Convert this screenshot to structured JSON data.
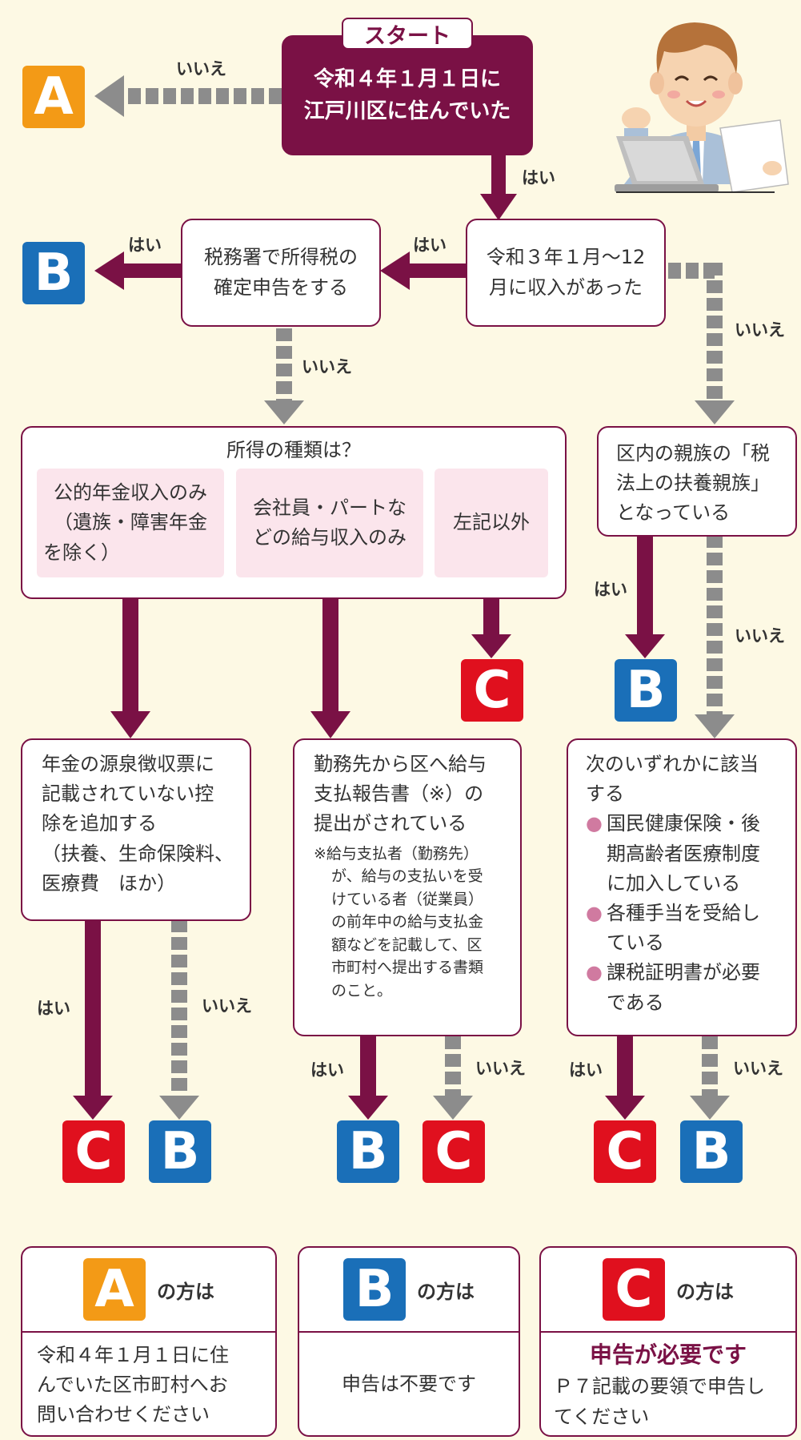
{
  "start": {
    "tag": "スタート",
    "line1": "令和４年１月１日に",
    "line2": "江戸川区に住んでいた"
  },
  "income": {
    "line1": "令和３年１月～12",
    "line2": "月に収入があった"
  },
  "taxoffice": {
    "line1": "税務署で所得税の",
    "line2": "確定申告をする"
  },
  "types": {
    "title": "所得の種類は？",
    "pension": [
      "公的年金収入のみ",
      "（遺族・障害年金",
      "を除く）"
    ],
    "salary": [
      "会社員・パートな",
      "どの給与収入のみ"
    ],
    "other": "左記以外"
  },
  "dependent": [
    "区内の親族の「税",
    "法上の扶養親族」",
    "となっている"
  ],
  "pension_box": [
    "年金の源泉徴収票に",
    "記載されていない控",
    "除を追加する",
    "（扶養、生命保険料、",
    "医療費　ほか）"
  ],
  "salary_box": {
    "lines": [
      "勤務先から区へ給与",
      "支払報告書（※）の",
      "提出がされている"
    ],
    "note": [
      "※給与支払者（勤務先）",
      "が、給与の支払いを受",
      "けている者（従業員）",
      "の前年中の給与支払金",
      "額などを記載して、区",
      "市町村へ提出する書類",
      "のこと。"
    ]
  },
  "conditions": {
    "lead": [
      "次のいずれかに該当",
      "する"
    ],
    "bullets": [
      [
        "国民健康保険・後",
        "期高齢者医療制度",
        "に加入している"
      ],
      [
        "各種手当を受給し",
        "ている"
      ],
      [
        "課税証明書が必要",
        "である"
      ]
    ]
  },
  "labels": {
    "yes": "はい",
    "no": "いいえ"
  },
  "badges": {
    "A": "A",
    "B": "B",
    "C": "C"
  },
  "legend": {
    "suffix": "の方は",
    "A": [
      "令和４年１月１日に住",
      "んでいた区市町村へお",
      "問い合わせください"
    ],
    "B": "申告は不要です",
    "C": {
      "headline": "申告が必要です",
      "lines": [
        "Ｐ７記載の要領で申告し",
        "てください"
      ]
    }
  },
  "colors": {
    "maroon": "#7a1145",
    "gray_arrow": "#8c8c8c",
    "background": "#fdf9e4",
    "A": "#f39a16",
    "B": "#1a6fb8",
    "C": "#e0101e",
    "pink_fill": "#fbe5ec"
  },
  "icons": [
    "person-with-laptop-illustration",
    "bullet-dot-icon"
  ]
}
